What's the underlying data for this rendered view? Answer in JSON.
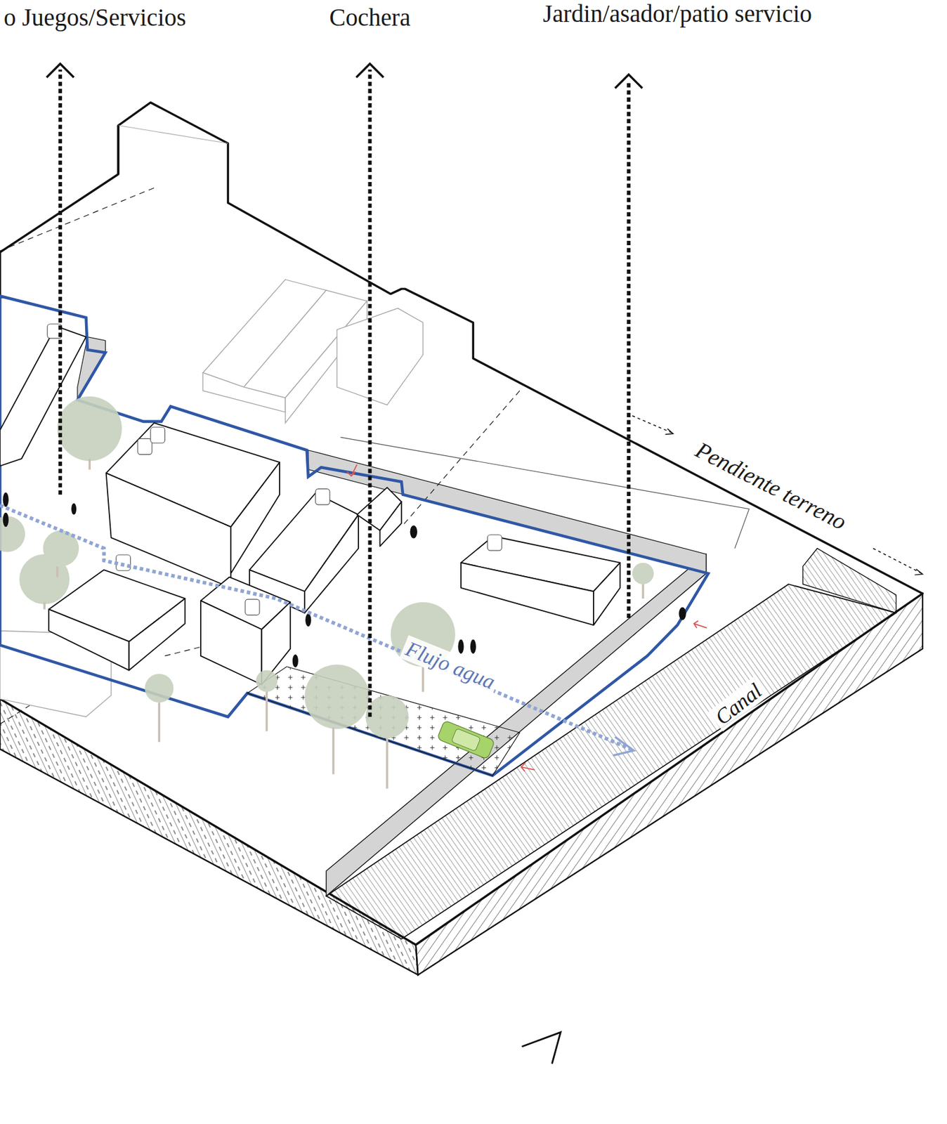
{
  "diagram": {
    "labels": [
      "o Juegos/Servicios",
      "Cochera",
      "Jardin/asador/patio servicio",
      "Pendiente terreno",
      "Flujo agua",
      "Canal"
    ]
  }
}
